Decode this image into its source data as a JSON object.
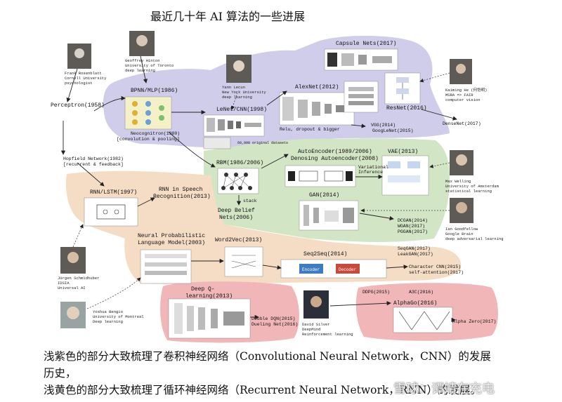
{
  "title": "最近几十年 AI 算法的一些进展",
  "nodes": {
    "perceptron": "Perceptron(1958)",
    "bpnn": "BPNN/MLP(1986)",
    "lenet": "LeNet/CNN(1998)",
    "neocognitron": "Neocognitron(1980)",
    "neocognitron_sub": "[convolution & pooling]",
    "alexnet": "AlexNet(2012)",
    "alexnet_sub": "Relu, dropout & bigger",
    "capsule": "Capsule Nets(2017)",
    "resnet": "ResNet(2016)",
    "vgg": "VGG(2014)",
    "googlenet": "GoogLeNet(2015)",
    "densenet": "DenseNet(2017)",
    "hopfield": "Hopfield Network(1982)",
    "hopfield_sub": "[recurrent & feedback]",
    "rbm": "RBM(1986/2006)",
    "stack": "stack",
    "dbn": "Deep Belief",
    "dbn2": "Nets(2006)",
    "autoencoder": "AutoEncoder(1989/2006)",
    "dae": "Denosing Autoencoder(2008)",
    "vae": "VAE(2013)",
    "variational": "Variational",
    "inference": "Inference",
    "gan": "GAN(2014)",
    "dcgan": "DCGAN(2014)",
    "wgan": "WGAN(2017)",
    "pggan": "PGGAN(2017)",
    "seqgan": "SeqGAN(2017)",
    "leakgan": "LeakGAN(2017)",
    "rnn_lstm": "RNN/LSTM(1997)",
    "rnn_speech": "RNN in Speech",
    "rnn_speech2": "Recognition(2013)",
    "nplm": "Neural Probabilistic",
    "nplm2": "Language Model(2003)",
    "word2vec": "Word2Vec(2013)",
    "seq2seq": "Seq2Seq(2014)",
    "char_cnn": "Character CNN(2015)",
    "self_attention": "self-attention(2017)",
    "deepq": "Deep Q-",
    "deepq2": "learning(2013)",
    "double_dqn": "Double DQN(2015)",
    "dueling": "Dueling Net(2016)",
    "ddpg": "DDPG(2015)",
    "a3c": "A3C(2016)",
    "alphago": "AlphaGo(2016)",
    "alphazero": "Alpha Zero(2017)",
    "encoder": "Encoder",
    "decoder": "Decoder",
    "training_images": "60,000 original datasets"
  },
  "people": {
    "rosenblatt": [
      "Frank Rosenblatt",
      "Cornell University",
      "psychologist"
    ],
    "hinton": [
      "Geoffrey Hinton",
      "University of Toronto",
      "deep learning"
    ],
    "lecun": [
      "Yann Lecun",
      "New York University",
      "deep learning"
    ],
    "he": [
      "Kaiming He (何恺明)",
      "MSRA => FAIR",
      "computer vision"
    ],
    "welling": [
      "Max Welling",
      "University of Amsterdam",
      "statistical learning"
    ],
    "goodfellow": [
      "Ian Goodfellow",
      "Google Brain",
      "deep adversarial learning"
    ],
    "schmidhuber": [
      "Jürgen Schmidhuber",
      "IDSIA",
      "Universal AI"
    ],
    "bengio": [
      "Yoshua Bengio",
      "University of Montreal",
      "Deep learning"
    ],
    "silver": [
      "David Silver",
      "DeepMind",
      "Reinforcement learning"
    ]
  },
  "captions": {
    "line1": "浅紫色的部分大致梳理了卷积神经网络（Convolutional Neural Network，CNN）的发展",
    "line2": "历史，",
    "line3": "浅黄色的部分大致梳理了循环神经网络（Recurrent Neural Network，RNN）的发展。"
  },
  "watermark": "雪球：谭靖在充电",
  "colors": {
    "cnn_region": "#cfcdea",
    "rnn_region": "#f5dcc4",
    "gen_region": "#d2e6c6",
    "rl_region": "#f0b6b8",
    "photo": "#5e5a55"
  }
}
